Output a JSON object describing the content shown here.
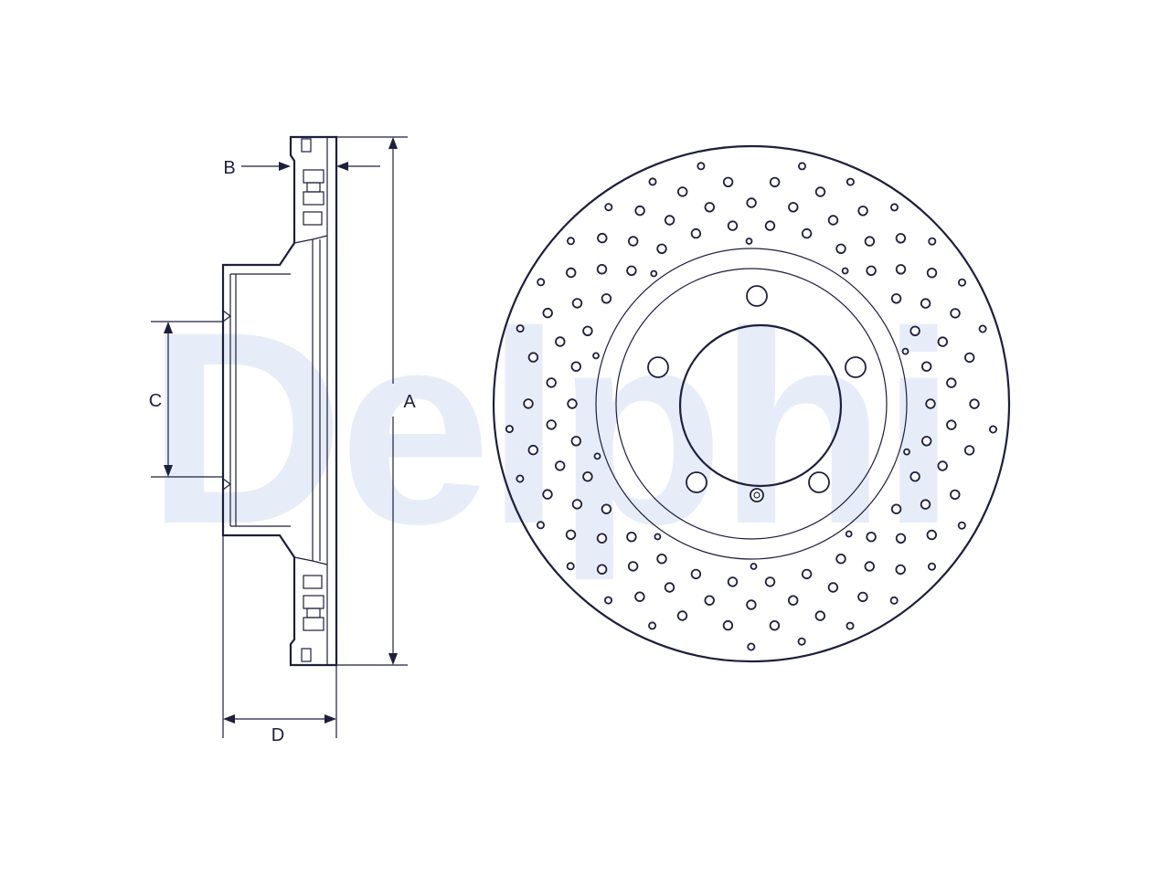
{
  "watermark": {
    "brand": "Delphi"
  },
  "labels": {
    "a": "A",
    "b": "B",
    "c": "C",
    "d": "D"
  },
  "colors": {
    "line": "#1e1f3d",
    "watermark": "#e7edf8",
    "background": "#ffffff"
  },
  "icons": {
    "front_view": "drilled-brake-disc-icon",
    "side_view": "brake-disc-cross-section-icon"
  }
}
